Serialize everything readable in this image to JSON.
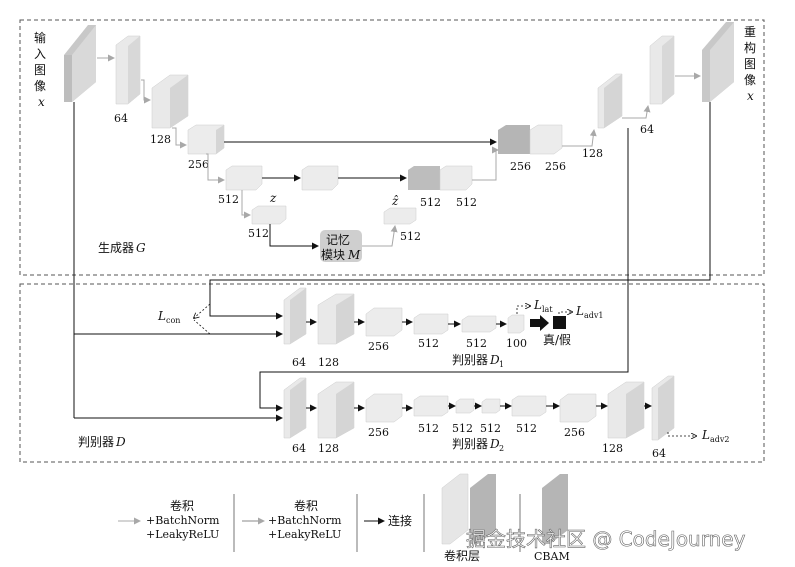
{
  "generator": {
    "input_label": [
      "输",
      "入",
      "图",
      "像"
    ],
    "input_var": "x",
    "output_label": [
      "重",
      "构",
      "图",
      "像"
    ],
    "output_var": "x",
    "enc": [
      "64",
      "128",
      "256",
      "512",
      "512"
    ],
    "dec": [
      "512",
      "512",
      "256",
      "256",
      "128",
      "64"
    ],
    "z": "z",
    "z_hat": "ẑ",
    "memory_l1": "记忆",
    "memory_l2": "模块",
    "memory_var": "M",
    "memory_out": "512",
    "title": "生成器",
    "title_var": "G"
  },
  "discriminator1": {
    "channels": [
      "64",
      "128",
      "256",
      "512",
      "512",
      "100"
    ],
    "name": "判别器",
    "name_var": "D",
    "name_sub": "1",
    "l_lat": "L",
    "l_lat_sub": "lat",
    "l_adv": "L",
    "l_adv_sub": "adv1",
    "real_fake": "真/假",
    "l_con": "L",
    "l_con_sub": "con"
  },
  "discriminator2": {
    "channels": [
      "64",
      "128",
      "256",
      "512",
      "512",
      "512",
      "512",
      "256",
      "128",
      "64"
    ],
    "name": "判别器",
    "name_var": "D",
    "name_sub": "2",
    "l_adv": "L",
    "l_adv_sub": "adv2"
  },
  "discriminator_group": {
    "title": "判别器",
    "title_var": "D"
  },
  "legend": {
    "item1": [
      "卷积",
      "+BatchNorm",
      "+LeakyReLU"
    ],
    "item2": [
      "卷积",
      "+BatchNorm",
      "+LeakyReLU"
    ],
    "item3": "连接",
    "item4": "卷积层",
    "item5": "CBAM"
  },
  "watermark": "掘金技术社区 @ CodeJourney",
  "colors": {
    "block_front": "#e9e9e9",
    "block_side": "#bdbdbd",
    "block_dark": "#b5b5b5",
    "arrow_light": "#a8a8a8",
    "arrow_dark": "#111111",
    "frame": "#555555"
  }
}
